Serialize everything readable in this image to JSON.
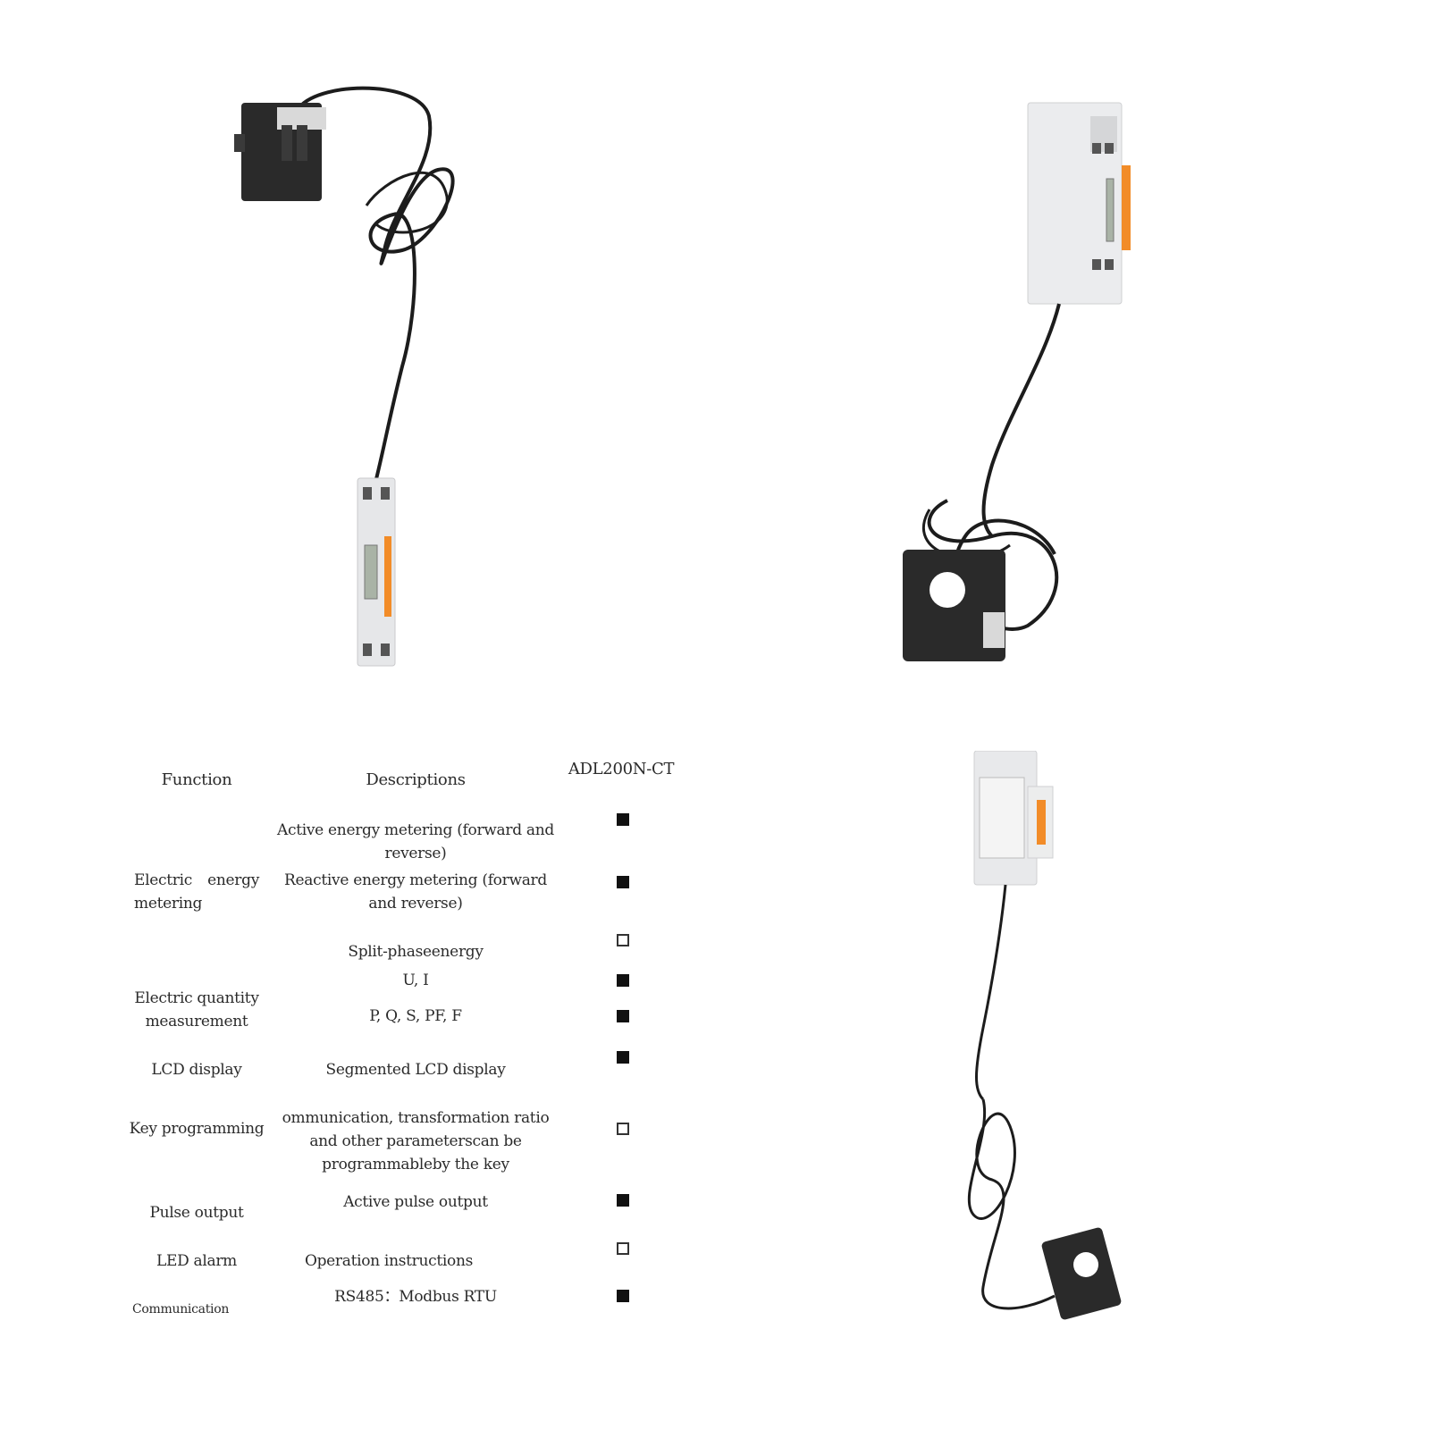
{
  "table": {
    "headers": {
      "function": "Function",
      "descriptions": "Descriptions",
      "model": "ADL200N-CT"
    },
    "functions": [
      "Electric energy metering",
      "Electric quantity measurement",
      "LCD display",
      "Key programming",
      "Pulse output",
      "LED alarm",
      "Communication"
    ],
    "rows": [
      {
        "description": "Active energy metering (forward and reverse)",
        "supported": true
      },
      {
        "description": "Reactive energy metering (forward and reverse)",
        "supported": true
      },
      {
        "description": "Split-phaseenergy",
        "supported": false
      },
      {
        "description": "U, I",
        "supported": true
      },
      {
        "description": "P, Q, S, PF, F",
        "supported": true
      },
      {
        "description": "Segmented LCD display",
        "supported": true
      },
      {
        "description": "ommunication, transformation ratio and other parameterscan be programmableby the key",
        "supported": false
      },
      {
        "description": "Active pulse output",
        "supported": true
      },
      {
        "description": "Operation instructions",
        "supported": false
      },
      {
        "description": "RS485：Modbus RTU",
        "supported": true
      }
    ]
  },
  "colors": {
    "meter_body": "#e6e7e9",
    "meter_accent": "#f28c28",
    "ct_black": "#2a2a2a",
    "cable": "#1c1c1c"
  },
  "icons": {
    "supported": "filled-square-icon",
    "not_supported": "empty-square-icon"
  }
}
